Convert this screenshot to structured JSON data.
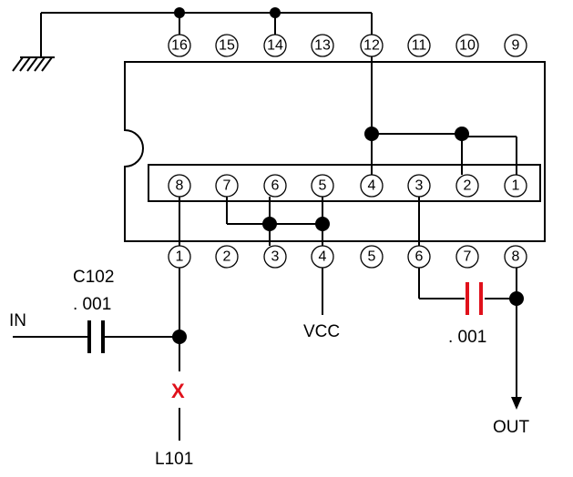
{
  "diagram": {
    "top_pins": [
      "16",
      "15",
      "14",
      "13",
      "12",
      "11",
      "10",
      "9"
    ],
    "inner_pins": [
      "8",
      "7",
      "6",
      "5",
      "4",
      "3",
      "2",
      "1"
    ],
    "bottom_pins": [
      "1",
      "2",
      "3",
      "4",
      "5",
      "6",
      "7",
      "8"
    ],
    "labels": {
      "input": "IN",
      "cap_in_ref": "C102",
      "cap_in_value": ". 001",
      "vcc": "VCC",
      "cap_out_value": ". 001",
      "output": "OUT",
      "cut_mark": "X",
      "coil_ref": "L101"
    },
    "colors": {
      "line": "#000000",
      "highlight": "#e0111b"
    }
  }
}
